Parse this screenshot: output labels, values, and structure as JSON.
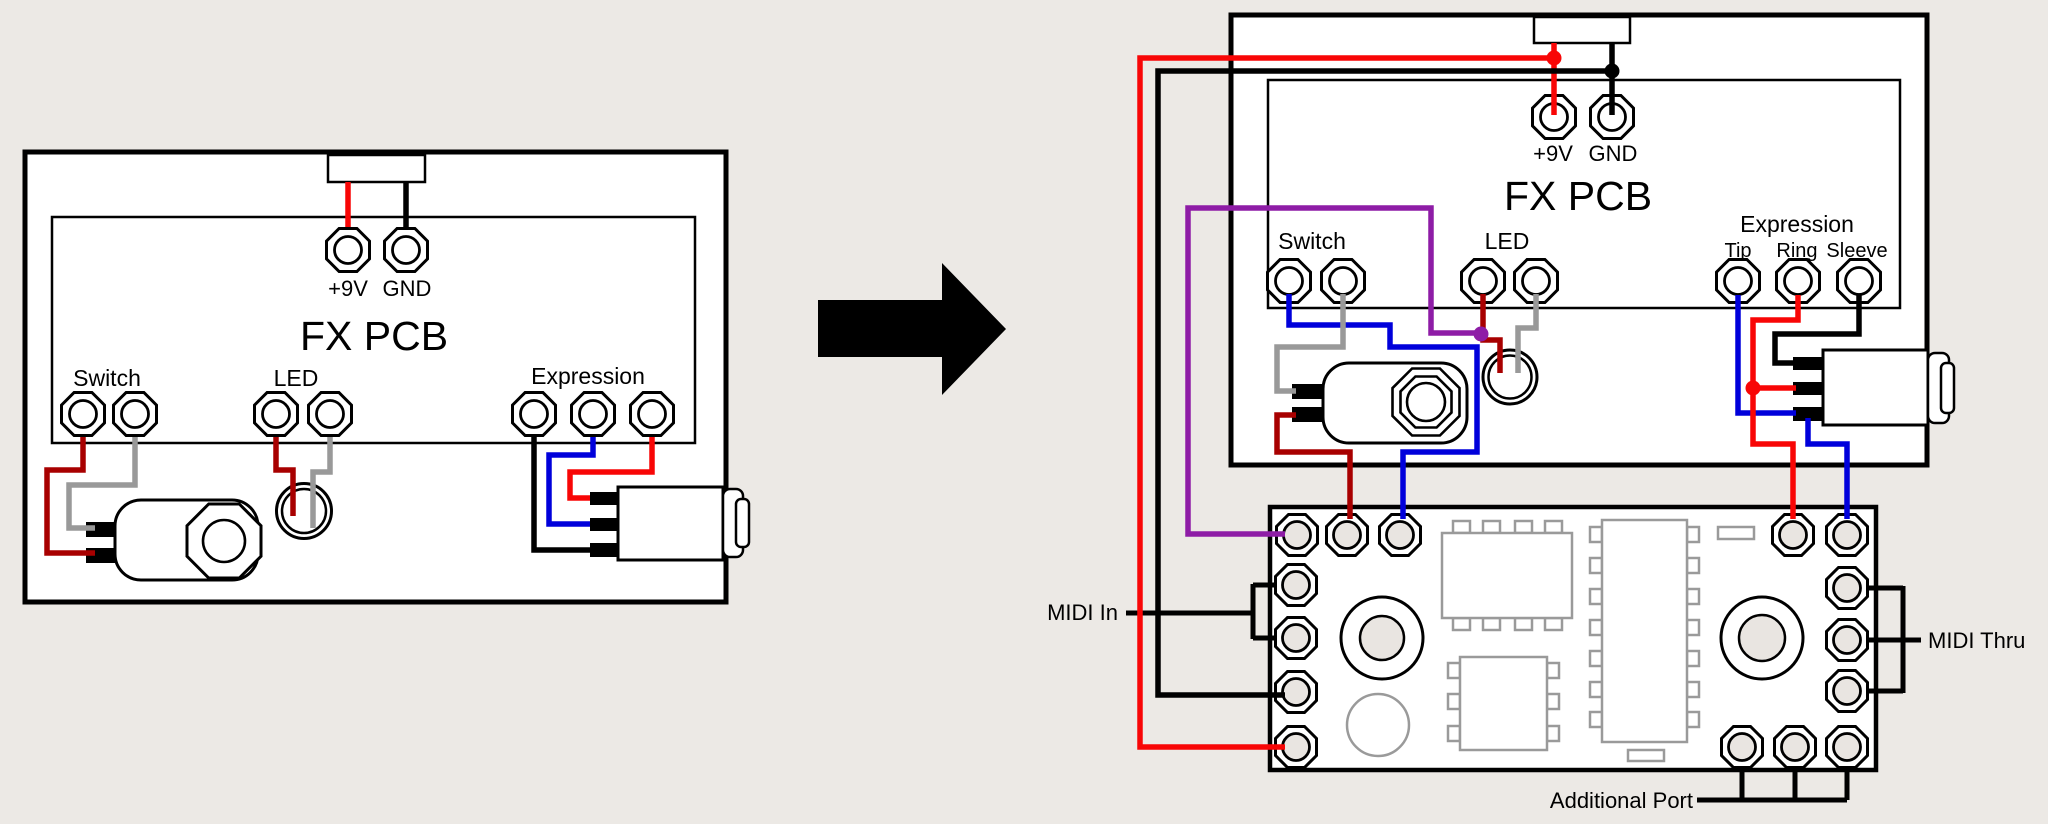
{
  "colors": {
    "background": "#ECE9E5",
    "black": "#000000",
    "bright_red": "#F80606",
    "dark_red": "#A80000",
    "blue": "#0000DB",
    "purple": "#8E1CA6",
    "wire_gray": "#999999",
    "component_gray": "#9A9A9A",
    "pad_fill": "#E9E5E1"
  },
  "left_pedal": {
    "title": "FX PCB",
    "labels": {
      "power_pos": "+9V",
      "power_gnd": "GND",
      "switch": "Switch",
      "led": "LED",
      "expression": "Expression"
    }
  },
  "right_pedal": {
    "title": "FX PCB",
    "labels": {
      "power_pos": "+9V",
      "power_gnd": "GND",
      "switch": "Switch",
      "led": "LED",
      "expression": "Expression",
      "tip": "Tip",
      "ring": "Ring",
      "sleeve": "Sleeve"
    }
  },
  "midi_board": {
    "labels": {
      "midi_in": "MIDI In",
      "midi_thru": "MIDI Thru",
      "additional_port": "Additional Port"
    }
  }
}
